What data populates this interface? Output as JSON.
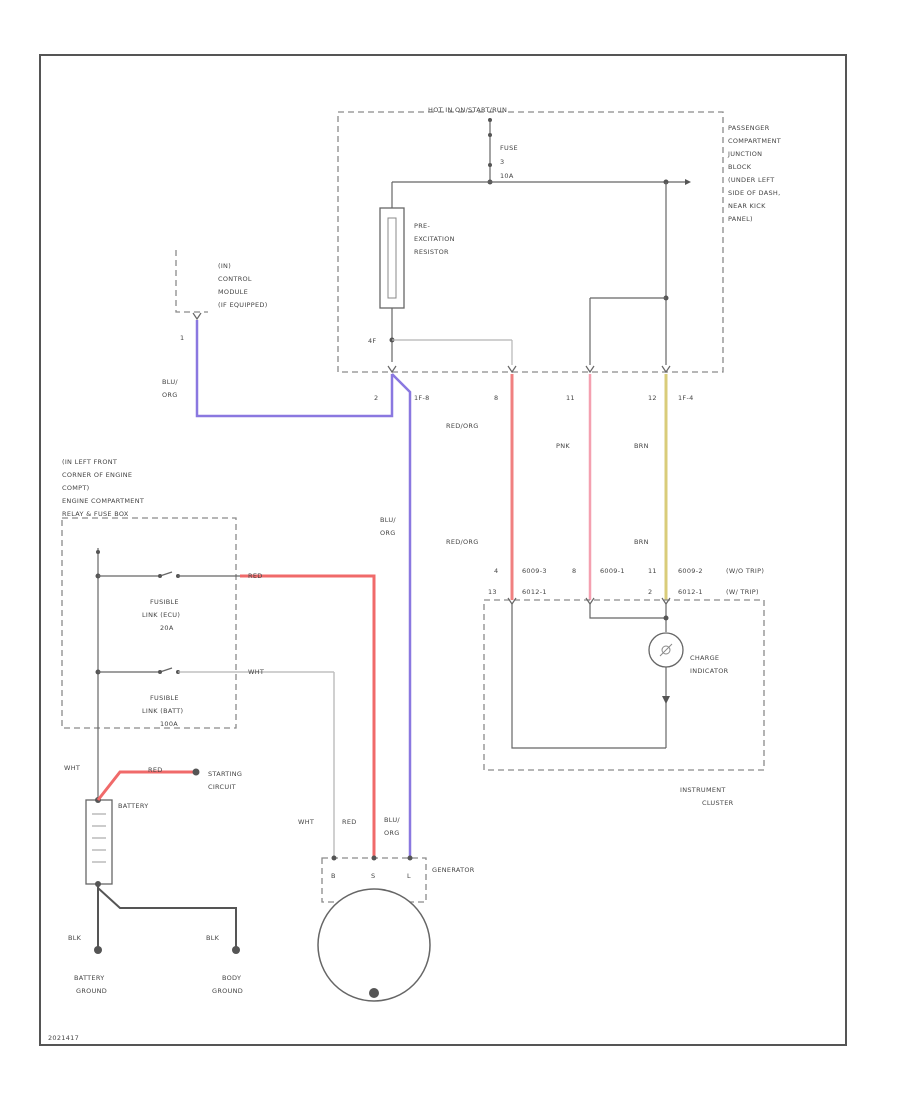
{
  "colors": {
    "red_wire": "#f06a6a",
    "blue_orange_wire": "#8a78e0",
    "red_orange_wire": "#f08080",
    "pink_wire": "#f4a0b0",
    "brown_wire": "#d9cc7a",
    "dark_wire": "#555555",
    "light_wire": "#c0c0c0",
    "border": "#555555"
  },
  "labels": {
    "fuse_box_header": "HOT IN ON/START/RUN",
    "fuse_name": "FUSE",
    "fuse_num": "3",
    "fuse_amp": "10A",
    "passenger_box": [
      "PASSENGER",
      "COMPARTMENT",
      "JUNCTION",
      "BLOCK",
      "(UNDER LEFT",
      "SIDE OF DASH,",
      "NEAR KICK",
      "PANEL)"
    ],
    "resistor": [
      "PRE-",
      "EXCITATION",
      "RESISTOR"
    ],
    "resistor_pin": "4F",
    "pcm": [
      "(IN)",
      "CONTROL",
      "MODULE",
      "(IF EQUIPPED)"
    ],
    "pcm_pin": "1",
    "wire_blu_org_1": [
      "BLU/",
      "ORG"
    ],
    "pin_2": "2",
    "conn_1f": "1F-8",
    "pin_8": "8",
    "pin_11": "11",
    "pin_12": "12",
    "conn_1f4": "1F-4",
    "wire_red_org_1": "RED/ORG",
    "wire_pnk": "PNK",
    "wire_brn_1": "BRN",
    "wire_blu_org_2": [
      "BLU/",
      "ORG"
    ],
    "wire_red_org_2": "RED/ORG",
    "wire_brn_2": "BRN",
    "engine_box": [
      "(IN LEFT FRONT",
      "CORNER OF ENGINE",
      "COMPT)",
      "ENGINE COMPARTMENT",
      "RELAY & FUSE BOX"
    ],
    "wire_red_1": "RED",
    "fusible_1": [
      "FUSIBLE",
      "LINK (ECU)",
      "20A"
    ],
    "wire_wht_1": "WHT",
    "fusible_2": [
      "FUSIBLE",
      "LINK (BATT)",
      "100A"
    ],
    "cluster_pins_top": [
      "4",
      "6009-3",
      "8",
      "6009-1",
      "11",
      "6009-2"
    ],
    "cluster_pins_bottom": [
      "13",
      "6012-1",
      "2",
      "6012-1"
    ],
    "trip_1": "(W/O TRIP)",
    "trip_2": "(W/ TRIP)",
    "charge_indicator": [
      "CHARGE",
      "INDICATOR"
    ],
    "instrument_cluster": [
      "INSTRUMENT",
      "CLUSTER"
    ],
    "wire_wht_2": "WHT",
    "wire_red_2": "RED",
    "starting_circuit": [
      "STARTING",
      "CIRCUIT"
    ],
    "battery": "BATTERY",
    "wire_wht_3": "WHT",
    "wire_red_3": "RED",
    "wire_blu_org_3": [
      "BLU/",
      "ORG"
    ],
    "gen_pins": [
      "B",
      "S",
      "L"
    ],
    "generator": "GENERATOR",
    "wire_blk_1": "BLK",
    "wire_blk_2": "BLK",
    "battery_ground": [
      "BATTERY",
      "GROUND"
    ],
    "body_ground": [
      "BODY",
      "GROUND"
    ],
    "diagram_id": "2021417"
  }
}
